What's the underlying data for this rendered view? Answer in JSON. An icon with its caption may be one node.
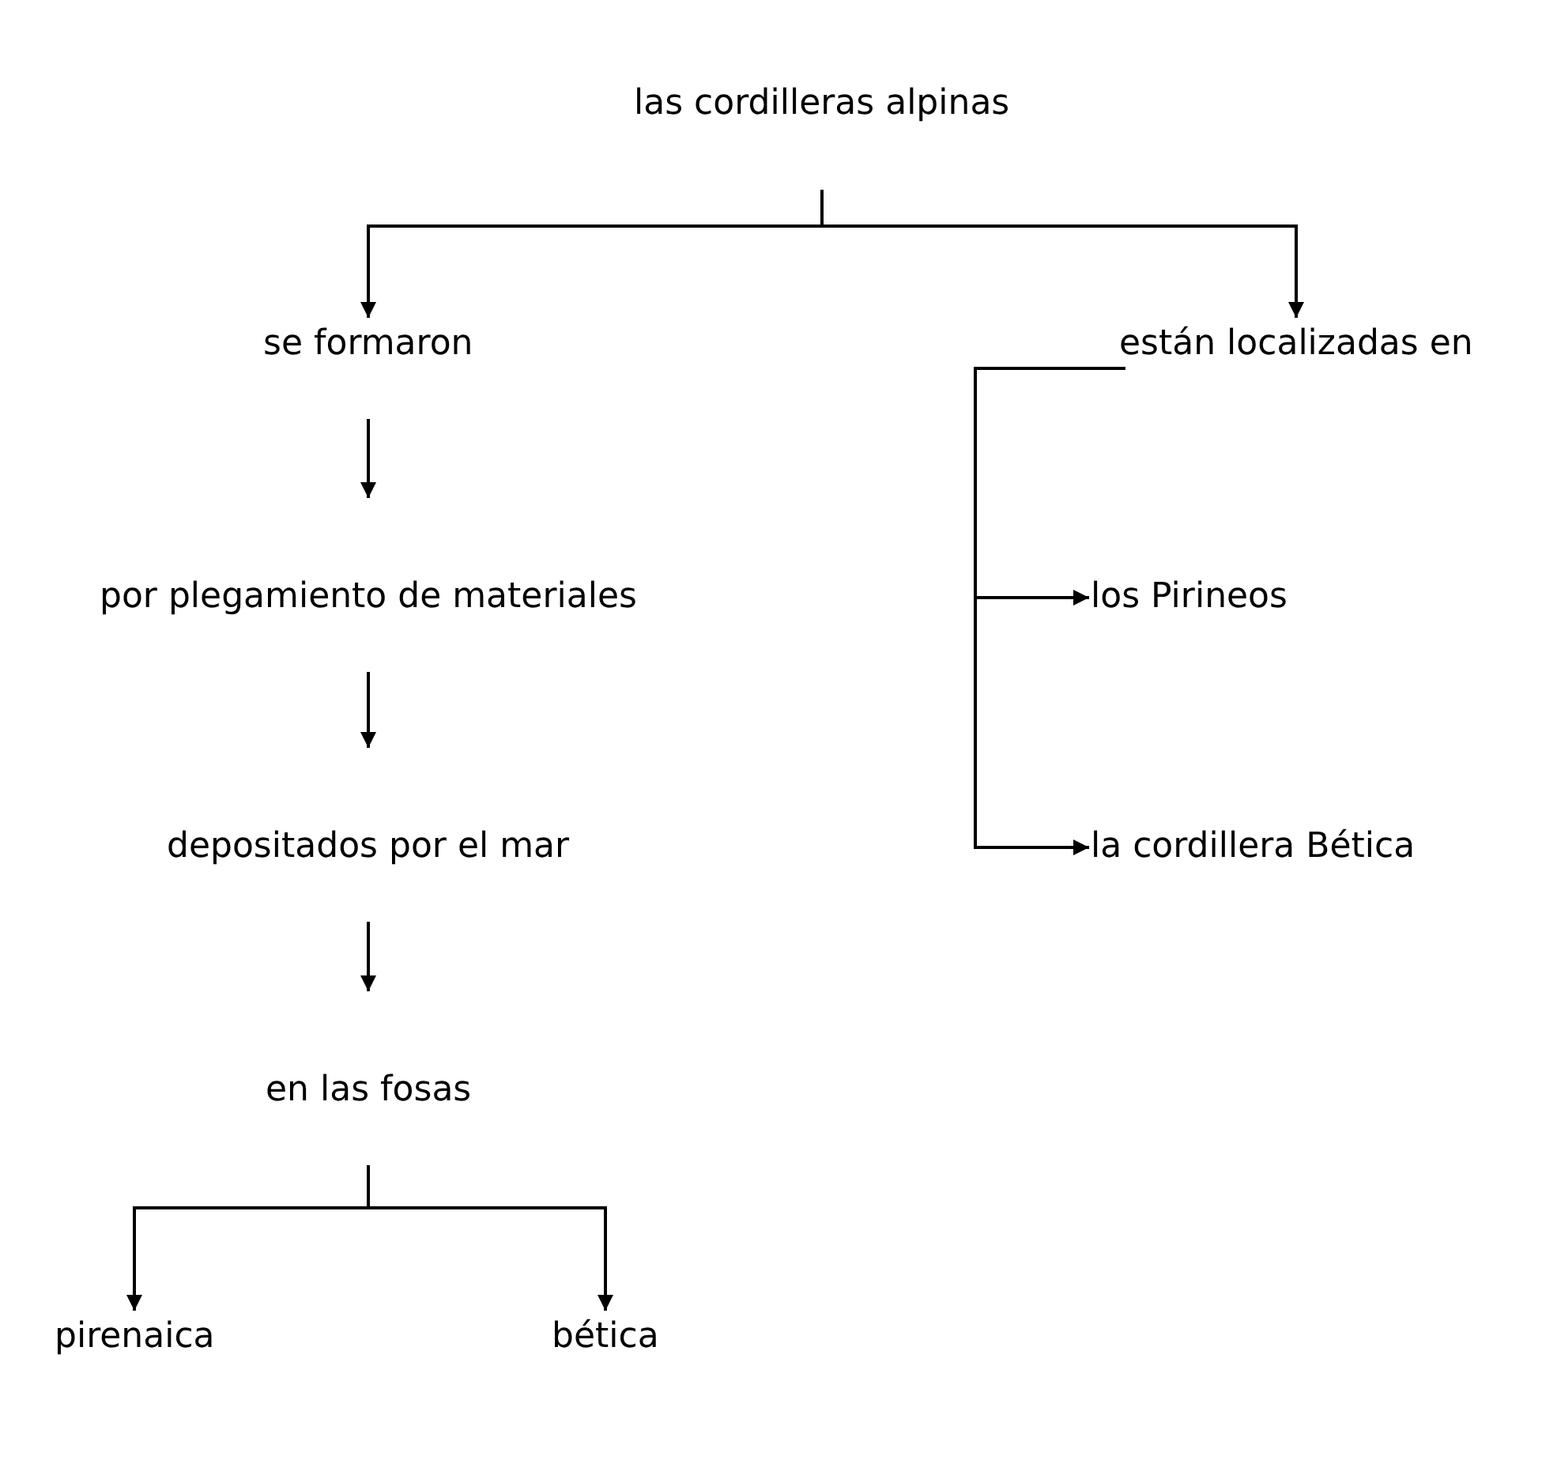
{
  "diagram": {
    "nodes": [
      {
        "text": [
          "las cordilleras alpinas"
        ]
      },
      {
        "text": [
          "se formaron"
        ]
      },
      {
        "text": [
          "están localizadas en"
        ]
      },
      {
        "text": [
          "por plegamiento de materiales"
        ]
      },
      {
        "text": [
          "los Pirineos"
        ]
      },
      {
        "text": [
          "depositados por el mar"
        ]
      },
      {
        "text": [
          "la cordillera Bética"
        ]
      },
      {
        "text": [
          "en las fosas"
        ]
      },
      {
        "text": [
          "pirenaica"
        ]
      },
      {
        "text": [
          "bética"
        ]
      }
    ],
    "edges": [
      {
        "from": 0,
        "to": 1,
        "arrow": "to"
      },
      {
        "from": 0,
        "to": 2,
        "arrow": "to"
      },
      {
        "from": 1,
        "to": 3,
        "arrow": "to"
      },
      {
        "from": 2,
        "to": 4,
        "arrow": "to"
      },
      {
        "from": 3,
        "to": 5,
        "arrow": "to"
      },
      {
        "from": 2,
        "to": 6,
        "arrow": "to"
      },
      {
        "from": 5,
        "to": 7,
        "arrow": "to"
      },
      {
        "from": 7,
        "to": 8,
        "arrow": "to"
      },
      {
        "from": 7,
        "to": 9,
        "arrow": "to"
      }
    ]
  }
}
